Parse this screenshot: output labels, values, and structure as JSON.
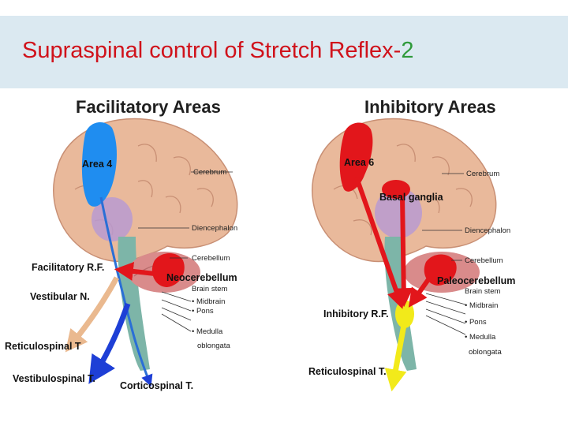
{
  "slide": {
    "title_main": "Supraspinal control of Stretch Reflex-",
    "title_num": "2"
  },
  "left": {
    "header": "Facilitatory Areas",
    "area": "Area 4",
    "cerebrum": "Cerebrum",
    "diencephalon": "Diencephalon",
    "cerebellum": "Cerebellum",
    "neocerebellum": "Neocerebellum",
    "brainstem": "Brain stem",
    "midbrain": "• Midbrain",
    "pons": "• Pons",
    "medulla": "• Medulla",
    "oblongata": "oblongata",
    "facil_rf": "Facilitatory R.F.",
    "vestibular_n": "Vestibular N.",
    "reticulospinal": "Reticulospinal T",
    "vestibulospinal": "Vestibulospinal T.",
    "corticospinal": "Corticospinal T."
  },
  "right": {
    "header": "Inhibitory Areas",
    "area": "Area 6",
    "basal": "Basal ganglia",
    "cerebrum": "Cerebrum",
    "diencephalon": "Diencephalon",
    "cerebellum": "Cerebellum",
    "paleocerebellum": "Paleocerebellum",
    "brainstem": "Brain stem",
    "midbrain": "• Midbrain",
    "pons": "• Pons",
    "medulla": "• Medulla",
    "oblongata": "oblongata",
    "inhib_rf": "Inhibitory R.F.",
    "reticulospinal": "Reticulospinal T."
  },
  "colors": {
    "title_red": "#d0121b",
    "title_green": "#2e9a3a",
    "facilitatory_blue": "#1f8df0",
    "inhibitory_red": "#e2161b",
    "brain_tan": "#e9b99b",
    "cerebellum_pink": "#d98b8b",
    "diencephalon_purple": "#b89ad1",
    "brainstem_teal": "#7db5a8",
    "inhibitory_rf_yellow": "#f2ea1a"
  }
}
